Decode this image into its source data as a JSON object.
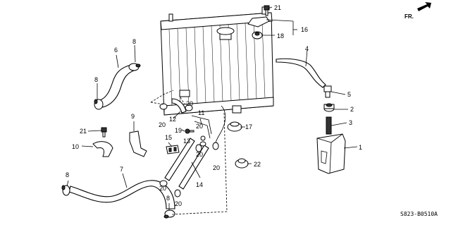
{
  "diagram": {
    "code": "S823-B0510A",
    "direction_label": "FR.",
    "callouts": {
      "c1": "1",
      "c2": "2",
      "c3": "3",
      "c4": "4",
      "c5": "5",
      "c6": "6",
      "c7": "7",
      "c8a": "8",
      "c8b": "8",
      "c8c": "8",
      "c8d": "8",
      "c9": "9",
      "c10": "10",
      "c11": "11",
      "c12": "12",
      "c13": "13",
      "c14": "14",
      "c15": "15",
      "c16": "16",
      "c17": "17",
      "c18": "18",
      "c19": "19",
      "c20a": "20",
      "c20b": "20",
      "c20c": "20",
      "c20d": "20",
      "c20e": "20",
      "c20f": "20",
      "c20g": "20",
      "c21a": "21",
      "c21b": "21",
      "c22": "22"
    }
  }
}
